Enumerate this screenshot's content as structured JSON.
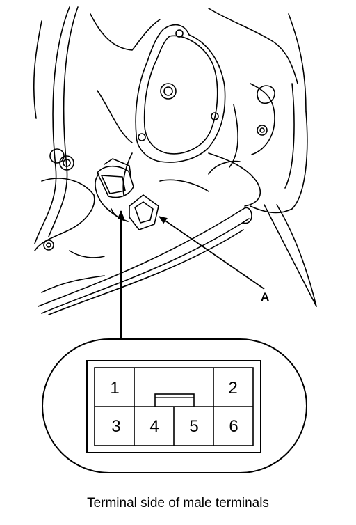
{
  "callout_label": "A",
  "connector": {
    "pins": [
      "1",
      "2",
      "3",
      "4",
      "5",
      "6"
    ]
  },
  "caption": "Terminal side of male terminals"
}
